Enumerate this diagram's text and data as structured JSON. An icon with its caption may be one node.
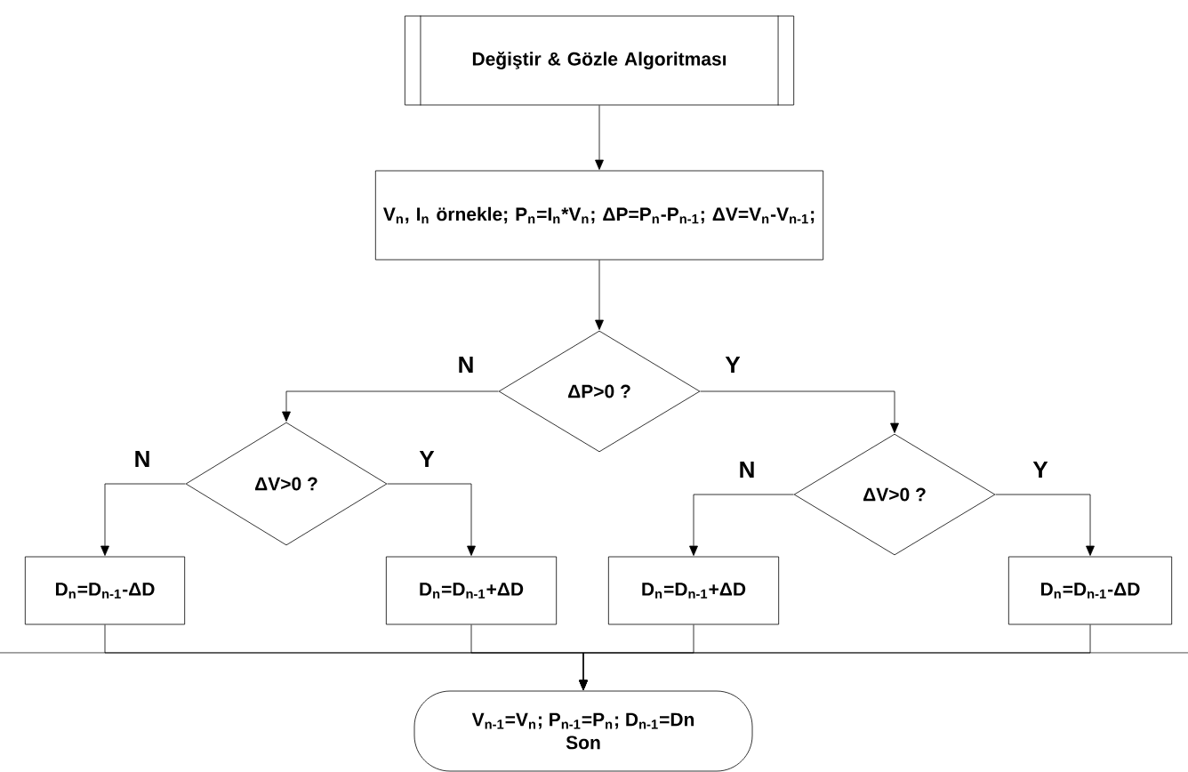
{
  "diagram": {
    "nodes": [
      {
        "text": [
          "Değiştir & Gözle Algoritması"
        ]
      },
      {
        "text": [
          "V$_{n}$, I$_{n}$ örnekle; P$_{n}$=I$_{n}$*V$_{n}$; ΔP=P$_{n}$-P$_{n-1}$; ΔV=V$_{n}$-V$_{n-1}$;"
        ]
      },
      {
        "text": [
          "ΔP>0 ?"
        ]
      },
      {
        "text": [
          "ΔV>0 ?"
        ]
      },
      {
        "text": [
          "ΔV>0 ?"
        ]
      },
      {
        "text": [
          "D$_{n}$=D$_{n-1}$-ΔD"
        ]
      },
      {
        "text": [
          "D$_{n}$=D$_{n-1}$+ΔD"
        ]
      },
      {
        "text": [
          "D$_{n}$=D$_{n-1}$+ΔD"
        ]
      },
      {
        "text": [
          "D$_{n}$=D$_{n-1}$-ΔD"
        ]
      },
      {
        "text": [
          "V$_{n-1}$=V$_{n}$; P$_{n-1}$=P$_{n}$; D$_{n-1}$=Dn",
          "Son"
        ]
      }
    ],
    "edges": [
      {
        "from": 0,
        "to": 1,
        "arrow": "to"
      },
      {
        "from": 1,
        "to": 2,
        "arrow": "to"
      },
      {
        "from": 2,
        "to": 3,
        "arrow": "to",
        "label": "N"
      },
      {
        "from": 2,
        "to": 4,
        "arrow": "to",
        "label": "Y"
      },
      {
        "from": 3,
        "to": 5,
        "arrow": "to",
        "label": "N"
      },
      {
        "from": 3,
        "to": 6,
        "arrow": "to",
        "label": "Y"
      },
      {
        "from": 4,
        "to": 7,
        "arrow": "to",
        "label": "N"
      },
      {
        "from": 4,
        "to": 8,
        "arrow": "to",
        "label": "Y"
      },
      {
        "from": 5,
        "to": 9,
        "arrow": "to"
      },
      {
        "from": 6,
        "to": 9,
        "arrow": "to"
      },
      {
        "from": 7,
        "to": 9,
        "arrow": "to"
      },
      {
        "from": 8,
        "to": 9,
        "arrow": "to"
      }
    ]
  }
}
